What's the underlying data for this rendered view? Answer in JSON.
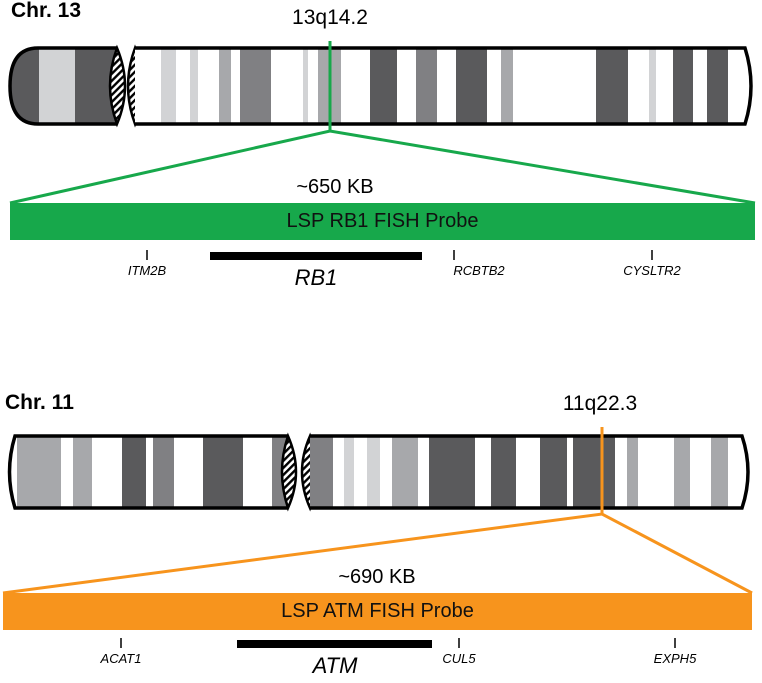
{
  "colors": {
    "rb1_accent": "#17a84b",
    "atm_accent": "#f7941d",
    "band_dark": "#5a5a5c",
    "band_mid": "#808083",
    "band_light": "#a7a8ab",
    "band_pale": "#d2d3d5",
    "outline": "#000000"
  },
  "panels": [
    {
      "chromosome_label": "Chr. 13",
      "locus_label": "13q14.2",
      "size_label": "~650 KB",
      "probe_label": "LSP RB1 FISH Probe",
      "target_gene": "RB1",
      "flanking_genes": [
        "ITM2B",
        "RCBTB2",
        "CYSLTR2"
      ]
    },
    {
      "chromosome_label": "Chr. 11",
      "locus_label": "11q22.3",
      "size_label": "~690 KB",
      "probe_label": "LSP ATM FISH Probe",
      "target_gene": "ATM",
      "flanking_genes": [
        "ACAT1",
        "CUL5",
        "EXPH5"
      ]
    }
  ]
}
